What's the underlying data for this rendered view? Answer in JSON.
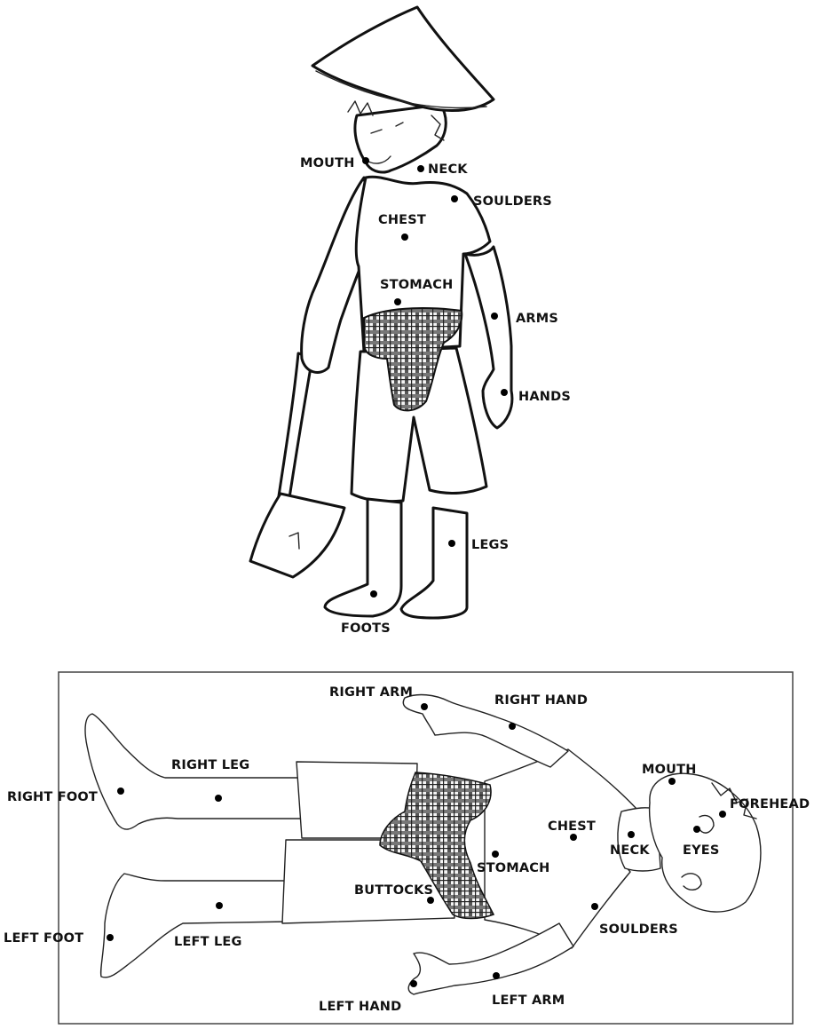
{
  "standing_figure": {
    "labels": {
      "mouth": "MOUTH",
      "neck": "NECK",
      "shoulders": "SOULDERS",
      "chest": "CHEST",
      "stomach": "STOMACH",
      "arms": "ARMS",
      "hands": "HANDS",
      "legs": "LEGS",
      "feet": "FOOTS"
    }
  },
  "lying_figure": {
    "labels": {
      "right_arm": "RIGHT ARM",
      "right_hand": "RIGHT HAND",
      "right_leg": "RIGHT LEG",
      "right_foot": "RIGHT FOOT",
      "mouth": "MOUTH",
      "forehead": "FOREHEAD",
      "chest": "CHEST",
      "neck": "NECK",
      "eyes": "EYES",
      "stomach": "STOMACH",
      "buttocks": "BUTTOCKS",
      "left_foot": "LEFT FOOT",
      "left_leg": "LEFT LEG",
      "shoulders": "SOULDERS",
      "left_hand": "LEFT HAND",
      "left_arm": "LEFT ARM"
    }
  }
}
